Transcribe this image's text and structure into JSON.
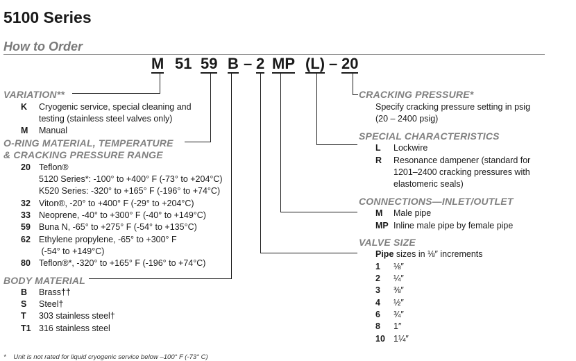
{
  "header": {
    "series_title": "5100 Series",
    "how_to_order": "How to Order"
  },
  "code": {
    "m": "M",
    "n51": "51",
    "n59": "59",
    "b": "B",
    "dash1": "–",
    "two": "2",
    "mp": "MP",
    "l": "(L)",
    "dash2": "–",
    "twenty": "20"
  },
  "variation": {
    "title": "VARIATION**",
    "items": [
      {
        "code": "K",
        "lines": [
          "Cryogenic service, special cleaning and",
          "testing (stainless steel valves only)"
        ]
      },
      {
        "code": "M",
        "lines": [
          "Manual"
        ]
      }
    ]
  },
  "oring": {
    "title_line1": "O-RING MATERIAL, TEMPERATURE",
    "title_line2": "& CRACKING PRESSURE RANGE",
    "items": [
      {
        "code": "20",
        "lines": [
          "Teflon®",
          "5120 Series*: -100° to +400° F (-73° to +204°C)",
          "K520 Series: -320° to +165° F (-196° to +74°C)"
        ]
      },
      {
        "code": "32",
        "lines": [
          "Viton®, -20° to +400° F (-29° to +204°C)"
        ]
      },
      {
        "code": "33",
        "lines": [
          "Neoprene, -40° to +300° F (-40° to +149°C)"
        ]
      },
      {
        "code": "59",
        "lines": [
          "Buna N, -65° to +275° F (-54° to +135°C)"
        ]
      },
      {
        "code": "62",
        "lines": [
          "Ethylene propylene, -65° to +300° F",
          " (-54° to +149°C)"
        ]
      },
      {
        "code": "80",
        "lines": [
          "Teflon®*, -320° to +165° F (-196° to +74°C)"
        ]
      }
    ]
  },
  "body_material": {
    "title": "BODY MATERIAL",
    "items": [
      {
        "code": "B",
        "text": "Brass††"
      },
      {
        "code": "S",
        "text": "Steel†"
      },
      {
        "code": "T",
        "text": "303 stainless steel†"
      },
      {
        "code": "T1",
        "text": "316 stainless steel"
      }
    ]
  },
  "cracking": {
    "title": "CRACKING PRESSURE*",
    "lines": [
      "Specify cracking pressure setting in psig",
      "(20 – 2400 psig)"
    ]
  },
  "special": {
    "title": "SPECIAL CHARACTERISTICS",
    "items": [
      {
        "code": "L",
        "lines": [
          "Lockwire"
        ]
      },
      {
        "code": "R",
        "lines": [
          "Resonance dampener (standard for",
          "1201–2400 cracking pressures with",
          "elastomeric seals)"
        ]
      }
    ]
  },
  "connections": {
    "title": "CONNECTIONS—INLET/OUTLET",
    "items": [
      {
        "code": "M",
        "text": "Male pipe"
      },
      {
        "code": "MP",
        "text": "Inline male pipe by female pipe"
      }
    ]
  },
  "valve_size": {
    "title": "VALVE SIZE",
    "intro_bold": "Pipe",
    "intro_rest": " sizes in ⅛″ increments",
    "items": [
      {
        "code": "1",
        "text": "⅛″"
      },
      {
        "code": "2",
        "text": "¼″"
      },
      {
        "code": "3",
        "text": "⅜″"
      },
      {
        "code": "4",
        "text": "½″"
      },
      {
        "code": "6",
        "text": "¾″"
      },
      {
        "code": "8",
        "text": "1″"
      },
      {
        "code": "10",
        "text": "1¼″"
      }
    ]
  },
  "footnote": "*    Unit is not rated for liquid cryogenic service below –100° F (-73° C)"
}
